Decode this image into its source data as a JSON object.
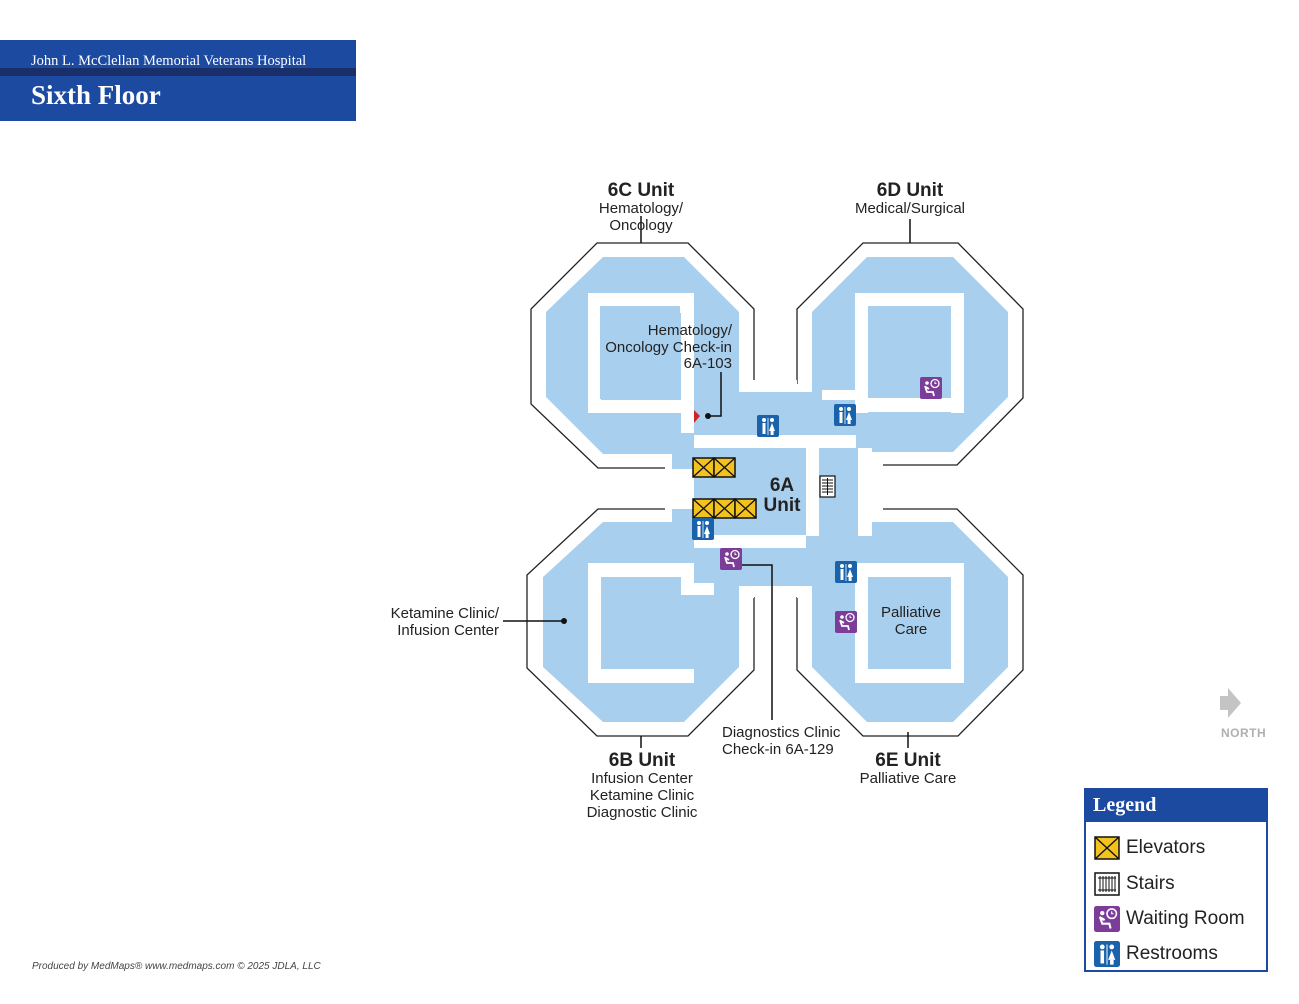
{
  "header": {
    "hospital": "John L. McClellan Memorial Veterans Hospital",
    "floor": "Sixth Floor"
  },
  "units": {
    "c": {
      "name": "6C Unit",
      "line1": "Hematology/",
      "line2": "Oncology"
    },
    "d": {
      "name": "6D Unit",
      "line1": "Medical/Surgical"
    },
    "b": {
      "name": "6B Unit",
      "line1": "Infusion Center",
      "line2": "Ketamine Clinic",
      "line3": "Diagnostic Clinic"
    },
    "e": {
      "name": "6E Unit",
      "line1": "Palliative Care"
    },
    "a": {
      "line1": "6A",
      "line2": "Unit"
    }
  },
  "callouts": {
    "hem_checkin": {
      "line1": "Hematology/",
      "line2": "Oncology Check-in",
      "line3": "6A-103"
    },
    "ketamine": {
      "line1": "Ketamine Clinic/",
      "line2": "Infusion Center"
    },
    "diagnostics": {
      "line1": "Diagnostics Clinic",
      "line2": "Check-in 6A-129"
    },
    "palliative": {
      "line1": "Palliative",
      "line2": "Care"
    }
  },
  "legend": {
    "title": "Legend",
    "items": [
      {
        "label": "Elevators",
        "icon": "elevator-icon"
      },
      {
        "label": "Stairs",
        "icon": "stairs-icon"
      },
      {
        "label": "Waiting Room",
        "icon": "waiting-room-icon"
      },
      {
        "label": "Restrooms",
        "icon": "restroom-icon"
      }
    ]
  },
  "north": "NORTH",
  "credit": "Produced by MedMaps®  www.medmaps.com   © 2025 JDLA, LLC",
  "colors": {
    "header": "#1c4aa1",
    "floor": "#a9cfee",
    "elevator": "#f4c21c",
    "waiting": "#7b3d97",
    "restroom": "#1a63aa",
    "marker": "#d0232a"
  }
}
